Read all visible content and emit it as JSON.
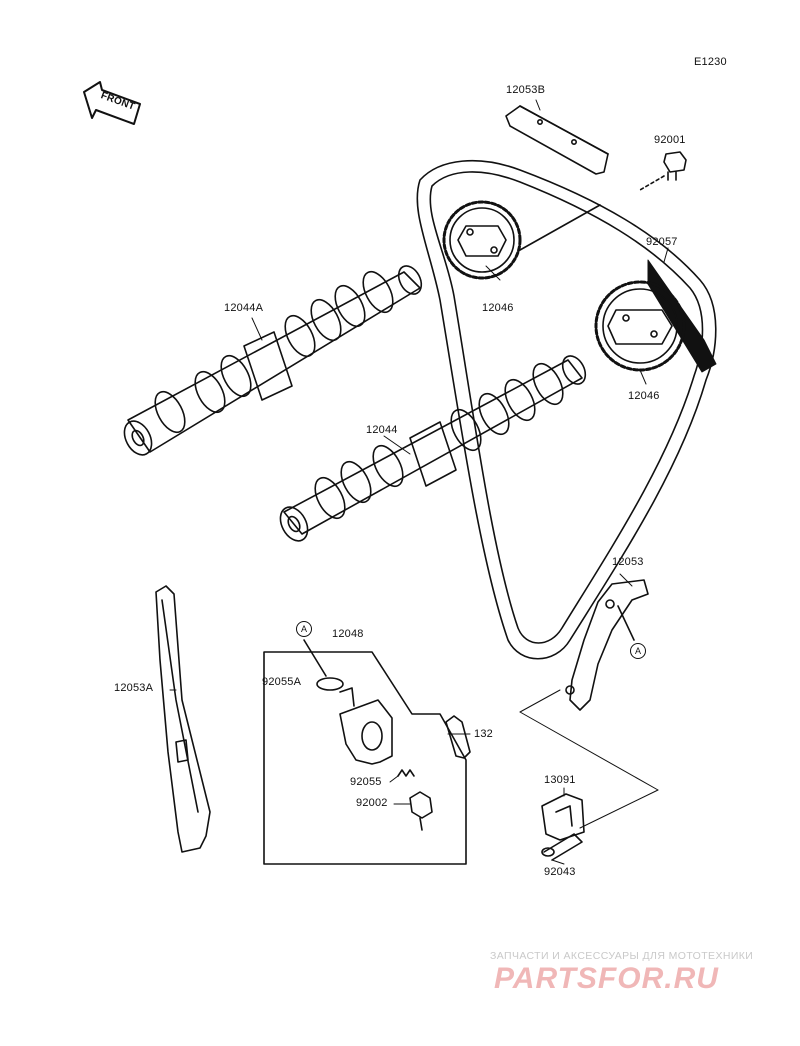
{
  "diagram": {
    "code": "E1230",
    "front_tag": "FRONT",
    "parts": {
      "p12053B": "12053B",
      "p92001": "92001",
      "p92057": "92057",
      "p12046_top": "12046",
      "p12046_right": "12046",
      "p12044A": "12044A",
      "p12044": "12044",
      "p12053": "12053",
      "p12053A": "12053A",
      "p12048": "12048",
      "p92055A": "92055A",
      "p132": "132",
      "p92055": "92055",
      "p92002": "92002",
      "p13091": "13091",
      "p92043": "92043"
    },
    "ref_a": "A",
    "ref_a2": "A"
  },
  "watermark": {
    "tagline": "ЗАПЧАСТИ И АКСЕССУАРЫ ДЛЯ МОТОТЕХНИКИ",
    "brand": "PARTSFOR.RU"
  }
}
